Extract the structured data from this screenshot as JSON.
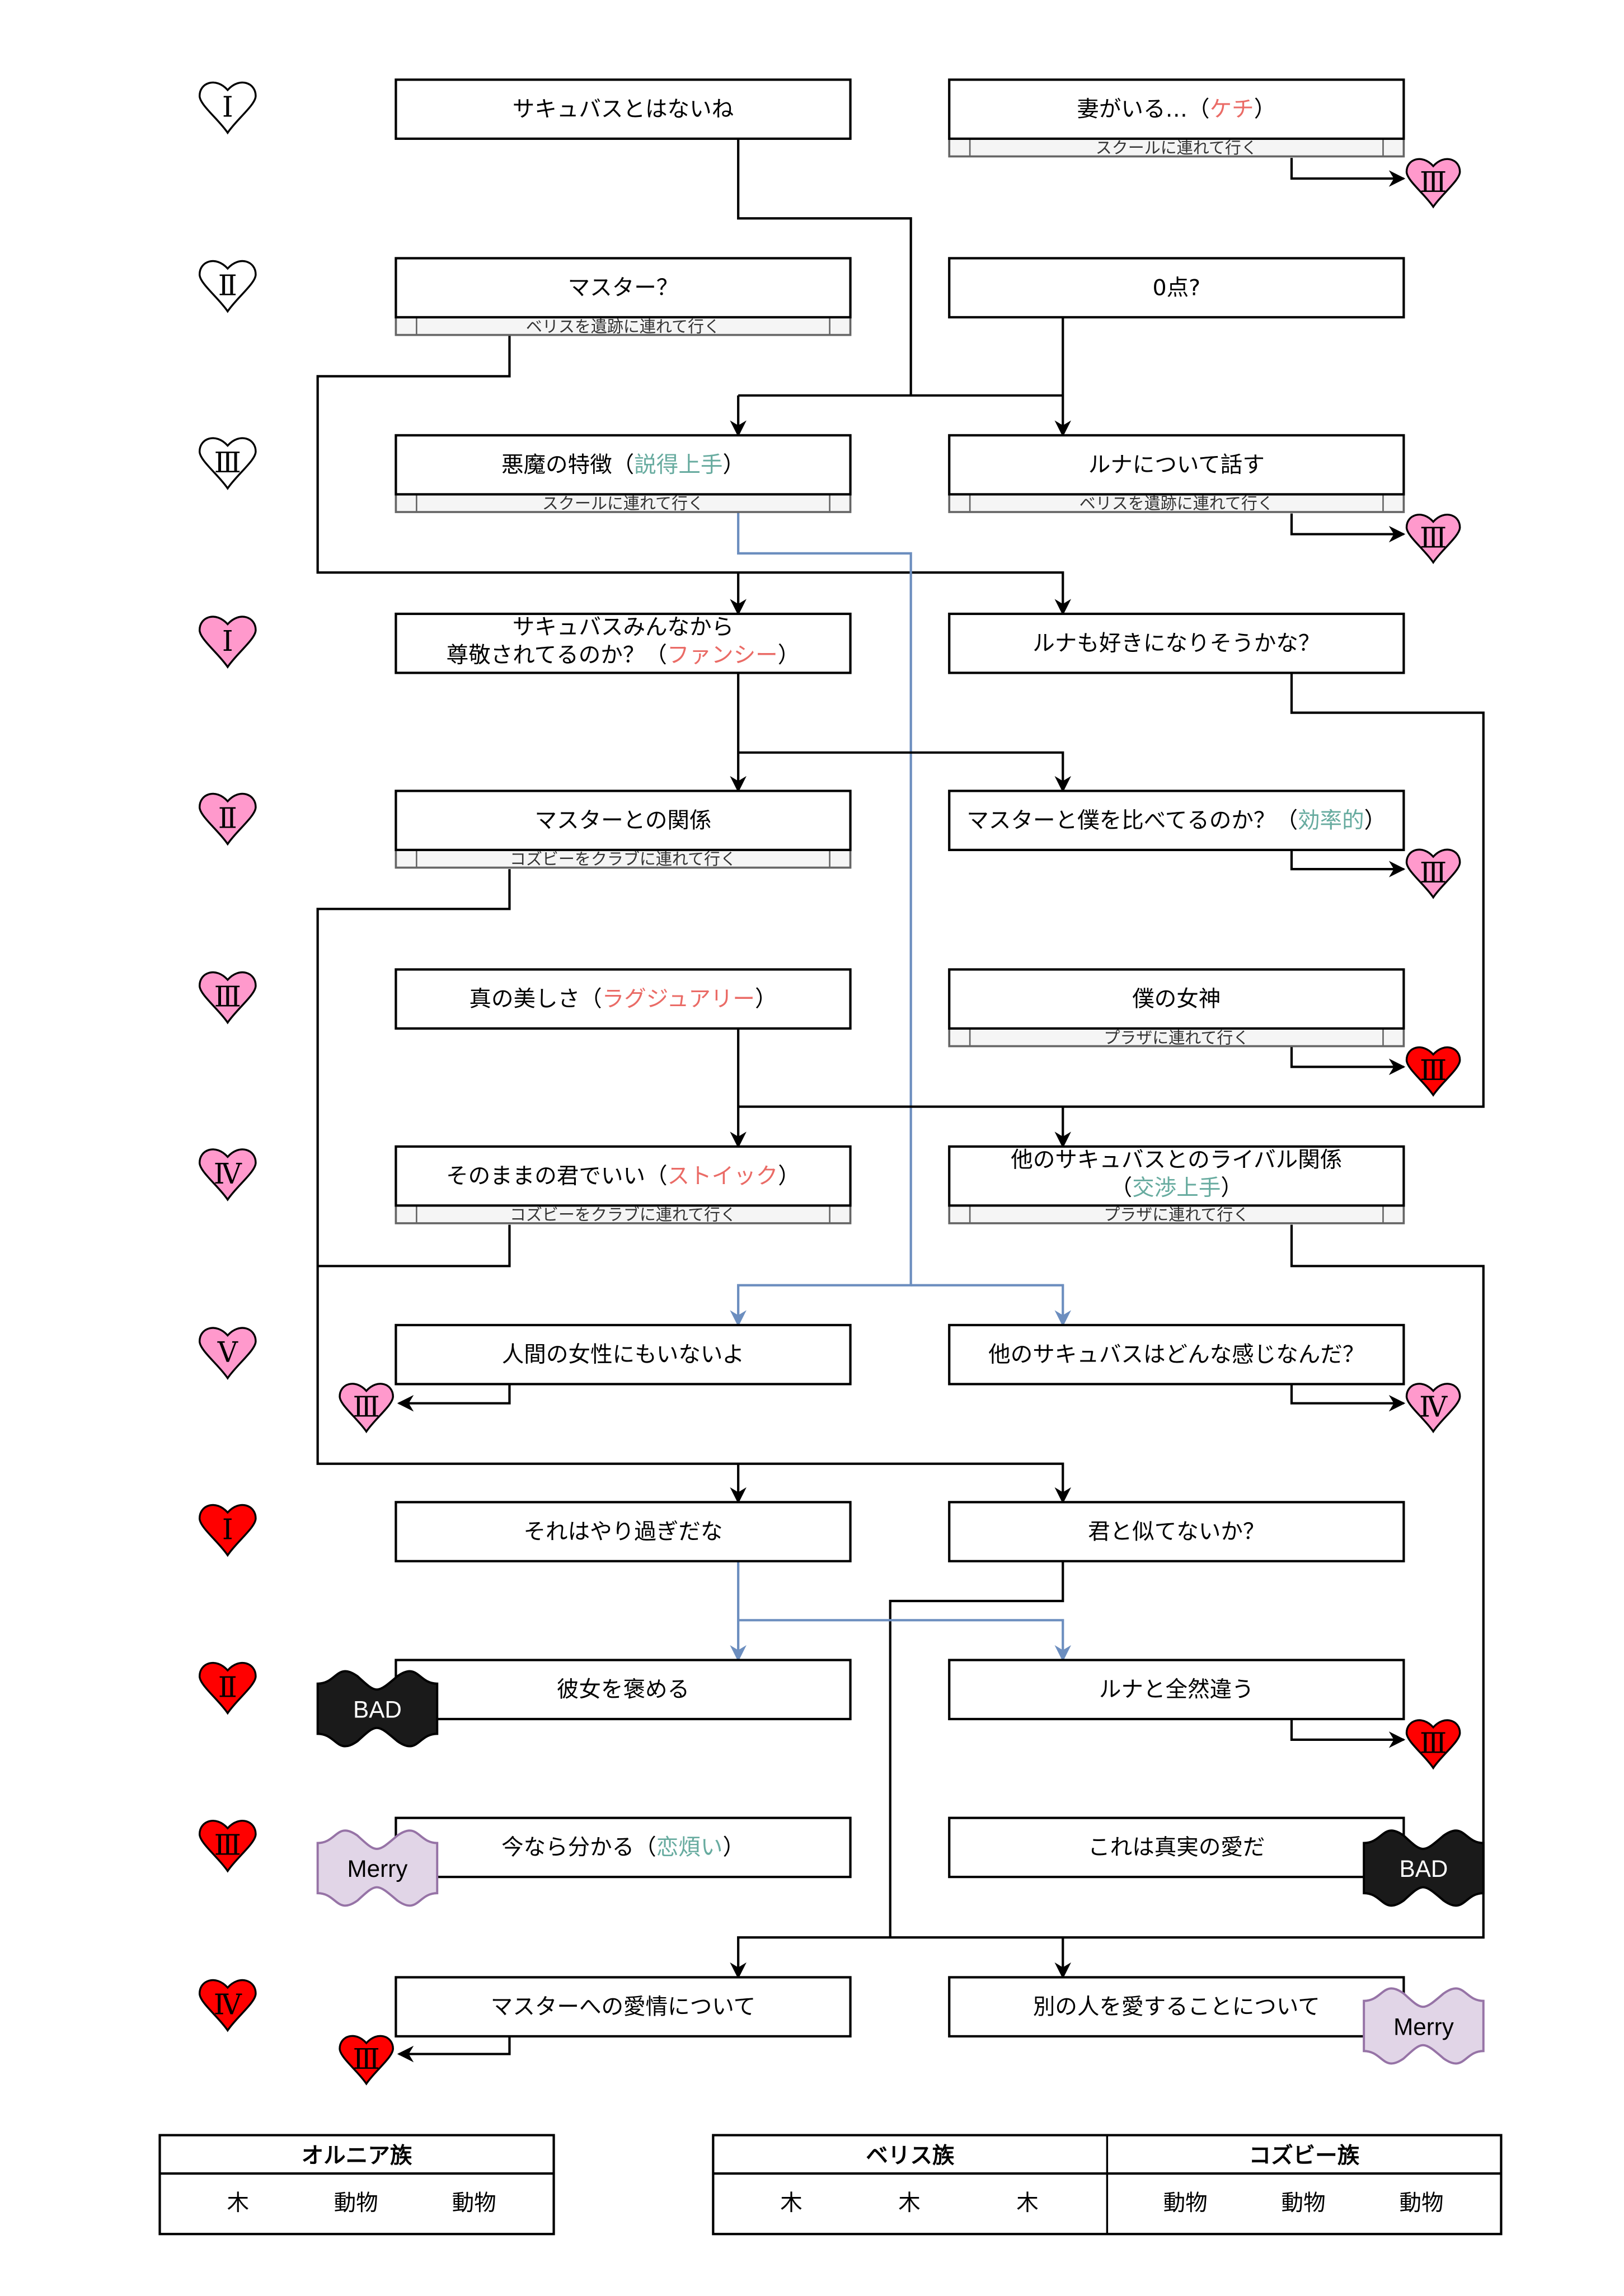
{
  "colors": {
    "accent_red": "#EA6B66",
    "accent_green": "#67AB9F",
    "blue_line": "#6C8EBF",
    "heart_white": "#FFFFFF",
    "heart_pink": "#FF99CC",
    "heart_red": "#FF0000",
    "bad_fill": "#1A1A1A",
    "merry_fill": "#E1D5E7",
    "merry_stroke": "#9673A6",
    "subbar_fill": "#F5F5F5"
  },
  "row_hearts": [
    {
      "numeral": "Ⅰ",
      "color": "white"
    },
    {
      "numeral": "Ⅱ",
      "color": "white"
    },
    {
      "numeral": "Ⅲ",
      "color": "white"
    },
    {
      "numeral": "Ⅰ",
      "color": "pink"
    },
    {
      "numeral": "Ⅱ",
      "color": "pink"
    },
    {
      "numeral": "Ⅲ",
      "color": "pink"
    },
    {
      "numeral": "Ⅳ",
      "color": "pink"
    },
    {
      "numeral": "Ⅴ",
      "color": "pink"
    },
    {
      "numeral": "Ⅰ",
      "color": "red"
    },
    {
      "numeral": "Ⅱ",
      "color": "red"
    },
    {
      "numeral": "Ⅲ",
      "color": "red"
    },
    {
      "numeral": "Ⅳ",
      "color": "red"
    }
  ],
  "boxes": [
    {
      "lines": [
        [
          {
            "t": "サキュバスとはないね"
          }
        ]
      ]
    },
    {
      "lines": [
        [
          {
            "t": "妻がいる…（"
          },
          {
            "t": "ケチ",
            "c": "red"
          },
          {
            "t": "）"
          }
        ]
      ],
      "sub": "スクールに連れて行く"
    },
    {
      "lines": [
        [
          {
            "t": "マスター？"
          }
        ]
      ],
      "sub": "ベリスを遺跡に連れて行く"
    },
    {
      "lines": [
        [
          {
            "t": "0点?"
          }
        ]
      ]
    },
    {
      "lines": [
        [
          {
            "t": "悪魔の特徴（"
          },
          {
            "t": "説得上手",
            "c": "green"
          },
          {
            "t": "）"
          }
        ]
      ],
      "sub": "スクールに連れて行く"
    },
    {
      "lines": [
        [
          {
            "t": "ルナについて話す"
          }
        ]
      ],
      "sub": "ベリスを遺跡に連れて行く"
    },
    {
      "lines": [
        [
          {
            "t": "サキュバスみんなから"
          }
        ],
        [
          {
            "t": "尊敬されてるのか？（"
          },
          {
            "t": "ファンシー",
            "c": "red"
          },
          {
            "t": "）"
          }
        ]
      ]
    },
    {
      "lines": [
        [
          {
            "t": "ルナも好きになりそうかな？"
          }
        ]
      ]
    },
    {
      "lines": [
        [
          {
            "t": "マスターとの関係"
          }
        ]
      ],
      "sub": "コズビーをクラブに連れて行く"
    },
    {
      "lines": [
        [
          {
            "t": "マスターと僕を比べてるのか？（"
          },
          {
            "t": "効率的",
            "c": "green"
          },
          {
            "t": "）"
          }
        ]
      ]
    },
    {
      "lines": [
        [
          {
            "t": "真の美しさ（"
          },
          {
            "t": "ラグジュアリー",
            "c": "red"
          },
          {
            "t": "）"
          }
        ]
      ]
    },
    {
      "lines": [
        [
          {
            "t": "僕の女神"
          }
        ]
      ],
      "sub": "プラザに連れて行く"
    },
    {
      "lines": [
        [
          {
            "t": "そのままの君でいい（"
          },
          {
            "t": "ストイック",
            "c": "red"
          },
          {
            "t": "）"
          }
        ]
      ],
      "sub": "コズビーをクラブに連れて行く"
    },
    {
      "lines": [
        [
          {
            "t": "他のサキュバスとのライバル関係"
          }
        ],
        [
          {
            "t": "（"
          },
          {
            "t": "交渉上手",
            "c": "green"
          },
          {
            "t": "）"
          }
        ]
      ],
      "sub": "プラザに連れて行く"
    },
    {
      "lines": [
        [
          {
            "t": "人間の女性にもいないよ"
          }
        ]
      ]
    },
    {
      "lines": [
        [
          {
            "t": "他のサキュバスはどんな感じなんだ？"
          }
        ]
      ]
    },
    {
      "lines": [
        [
          {
            "t": "それはやり過ぎだな"
          }
        ]
      ]
    },
    {
      "lines": [
        [
          {
            "t": "君と似てないか？"
          }
        ]
      ]
    },
    {
      "lines": [
        [
          {
            "t": "彼女を褒める"
          }
        ]
      ]
    },
    {
      "lines": [
        [
          {
            "t": "ルナと全然違う"
          }
        ]
      ]
    },
    {
      "lines": [
        [
          {
            "t": "今なら分かる（"
          },
          {
            "t": "恋煩い",
            "c": "green"
          },
          {
            "t": "）"
          }
        ]
      ]
    },
    {
      "lines": [
        [
          {
            "t": "これは真実の愛だ"
          }
        ]
      ]
    },
    {
      "lines": [
        [
          {
            "t": "マスターへの愛情について"
          }
        ]
      ]
    },
    {
      "lines": [
        [
          {
            "t": "別の人を愛することについて"
          }
        ]
      ]
    }
  ],
  "target_hearts": [
    {
      "numeral": "Ⅲ",
      "color": "pink"
    },
    {
      "numeral": "Ⅲ",
      "color": "pink"
    },
    {
      "numeral": "Ⅲ",
      "color": "pink"
    },
    {
      "numeral": "Ⅲ",
      "color": "red"
    },
    {
      "numeral": "Ⅲ",
      "color": "pink"
    },
    {
      "numeral": "Ⅳ",
      "color": "pink"
    },
    {
      "numeral": "Ⅲ",
      "color": "red"
    },
    {
      "numeral": "Ⅲ",
      "color": "red"
    }
  ],
  "endings": [
    {
      "label": "BAD",
      "type": "bad"
    },
    {
      "label": "Merry",
      "type": "merry"
    },
    {
      "label": "BAD",
      "type": "bad"
    },
    {
      "label": "Merry",
      "type": "merry"
    }
  ],
  "tables": [
    {
      "groups": [
        {
          "name": "オルニア族",
          "items": [
            "木",
            "動物",
            "動物"
          ]
        }
      ]
    },
    {
      "groups": [
        {
          "name": "ベリス族",
          "items": [
            "木",
            "木",
            "木"
          ]
        },
        {
          "name": "コズビー族",
          "items": [
            "動物",
            "動物",
            "動物"
          ]
        }
      ]
    }
  ]
}
